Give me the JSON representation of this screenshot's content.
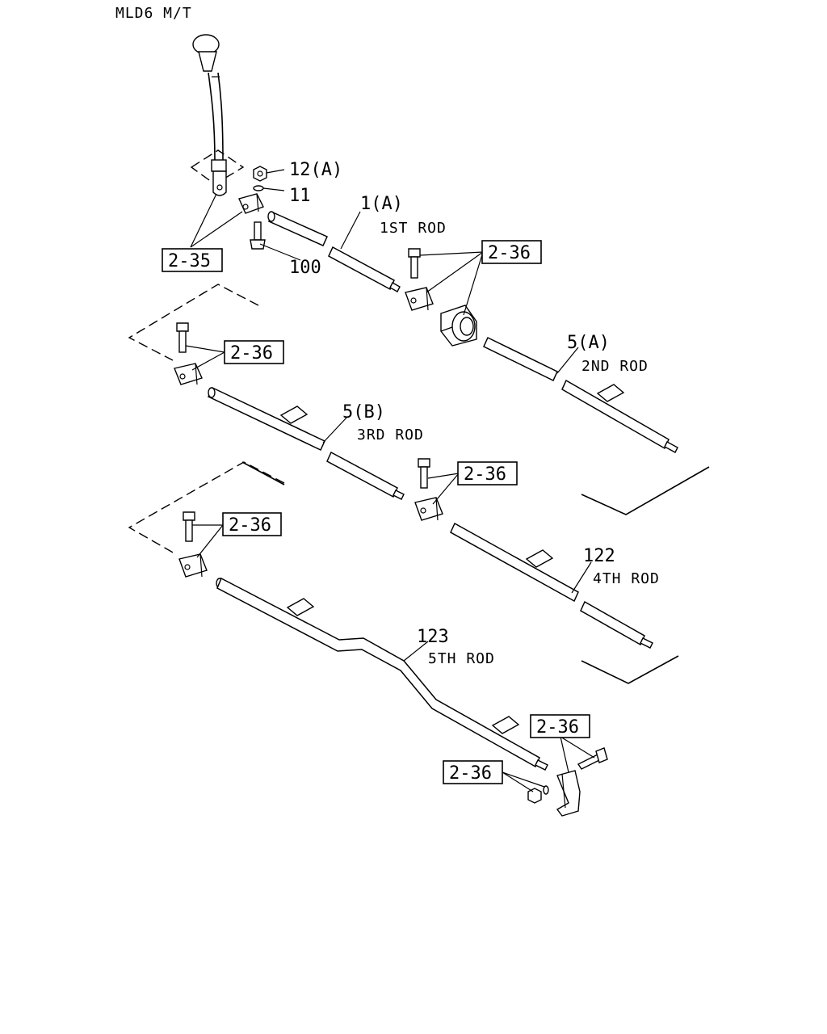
{
  "title": "MLD6 M/T",
  "part_numbers": {
    "p12a": "12(A)",
    "p11": "11",
    "p100": "100",
    "p1a": "1(A)",
    "p5a": "5(A)",
    "p5b": "5(B)",
    "p122": "122",
    "p123": "123"
  },
  "rod_names": {
    "rod1": "1ST ROD",
    "rod2": "2ND ROD",
    "rod3": "3RD ROD",
    "rod4": "4TH ROD",
    "rod5": "5TH ROD"
  },
  "refs": {
    "r235": "2-35",
    "r236a": "2-36",
    "r236b": "2-36",
    "r236c": "2-36",
    "r236d": "2-36",
    "r236e": "2-36",
    "r236f": "2-36"
  }
}
